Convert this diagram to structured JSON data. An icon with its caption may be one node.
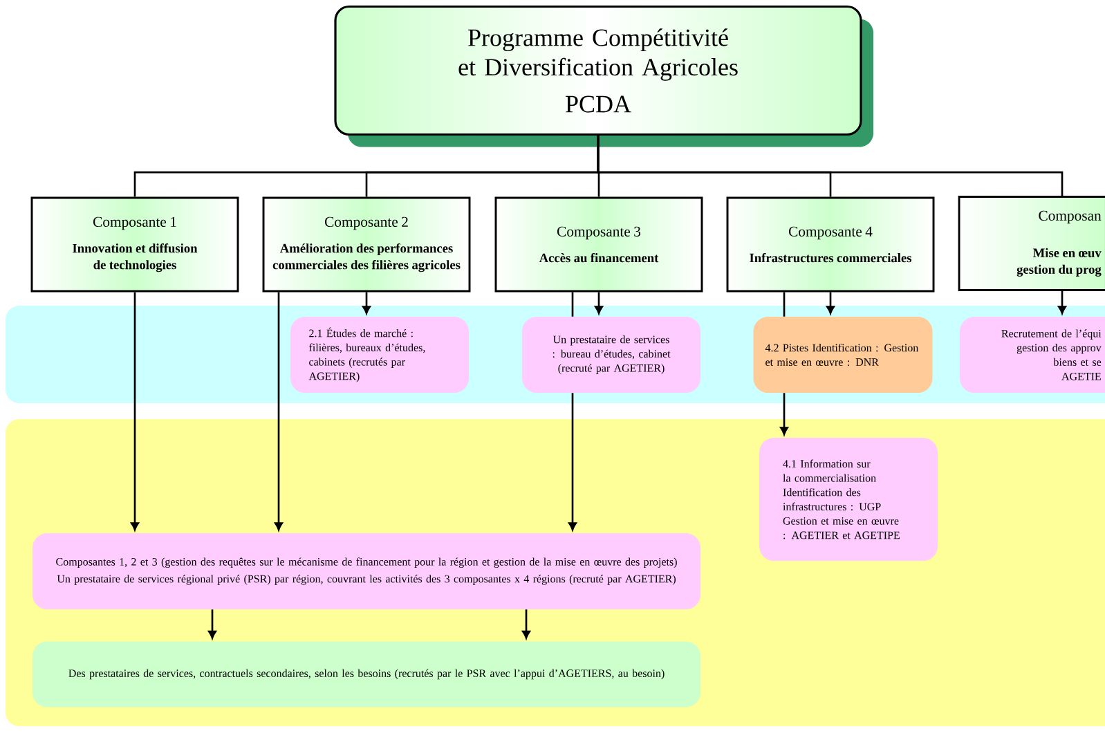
{
  "diagram": {
    "nodes": [
      {
        "text": [
          "Programme Compétitivité et Diversification Agricoles",
          "PCDA"
        ]
      },
      {
        "text": [
          "Composante 1",
          "Innovation et diffusion de technologies"
        ]
      },
      {
        "text": [
          "Composante 2",
          "Amélioration des performances commerciales des filières agricoles"
        ]
      },
      {
        "text": [
          "Composante 3",
          "Accès au financement"
        ]
      },
      {
        "text": [
          "Composante 4",
          "Infrastructures commerciales"
        ]
      },
      {
        "text": [
          "Composan",
          "Mise en œuv gestion du prog"
        ]
      },
      {
        "text": [
          "2.1 Études de marché : filières, bureaux d’études, cabinets (recrutés par AGETIER)"
        ]
      },
      {
        "text": [
          "Un prestataire de services : bureau d’études, cabinet (recruté par AGETIER)"
        ]
      },
      {
        "text": [
          "4.2 Pistes Identification : Gestion et mise en œuvre : DNR"
        ]
      },
      {
        "text": [
          "Recrutement de l’équi",
          "gestion des approv",
          "biens et se",
          "AGETIE"
        ]
      },
      {
        "text": [
          "4.1 Information sur la commercialisation Identification des infrastructures : UGP Gestion et mise en œuvre : AGETIER et AGETIPE"
        ]
      },
      {
        "text": [
          "Composantes 1, 2 et 3 (gestion des requêtes sur le mécanisme de financement pour la région et gestion de la mise en œuvre des projets)",
          "Un prestataire de services régional privé (PSR) par région, couvrant les activités des 3 composantes x 4 régions (recruté par AGETIER)"
        ]
      },
      {
        "text": [
          "Des prestataires de services, contractuels secondaires, selon les besoins (recrutés par le PSR avec l’appui d’AGETIERS, au besoin)"
        ]
      }
    ],
    "edges": [
      {
        "from": 0,
        "to": 1,
        "arrow": "none"
      },
      {
        "from": 0,
        "to": 2,
        "arrow": "none"
      },
      {
        "from": 0,
        "to": 3,
        "arrow": "none"
      },
      {
        "from": 0,
        "to": 4,
        "arrow": "none"
      },
      {
        "from": 0,
        "to": 5,
        "arrow": "none"
      },
      {
        "from": 2,
        "to": 6,
        "arrow": "to"
      },
      {
        "from": 3,
        "to": 7,
        "arrow": "to"
      },
      {
        "from": 4,
        "to": 8,
        "arrow": "to"
      },
      {
        "from": 5,
        "to": 9,
        "arrow": "to"
      },
      {
        "from": 1,
        "to": 11,
        "arrow": "to"
      },
      {
        "from": 2,
        "to": 11,
        "arrow": "to"
      },
      {
        "from": 3,
        "to": 7,
        "arrow": "none"
      },
      {
        "from": 4,
        "to": 8,
        "arrow": "none"
      },
      {
        "from": 11,
        "to": 12,
        "arrow": "to"
      },
      {
        "from": 11,
        "to": 12,
        "arrow": "to"
      },
      {
        "from": 7,
        "to": 11,
        "arrow": "to"
      },
      {
        "from": 8,
        "to": 10,
        "arrow": "to"
      }
    ]
  }
}
